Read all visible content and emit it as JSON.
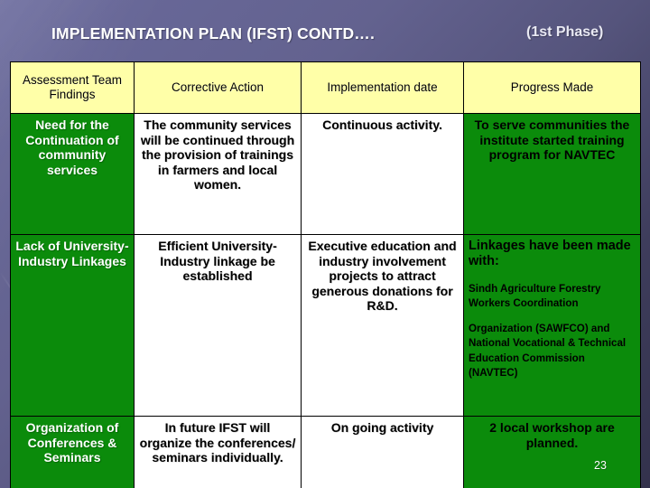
{
  "slide": {
    "title": "IMPLEMENTATION PLAN (IFST) CONTD….",
    "phase_label": "(1st Phase)",
    "page_number": "23",
    "colors": {
      "background_top": "#6a6a9c",
      "background_bottom": "#33324c",
      "header_fill": "#ffffa8",
      "accent_green": "#0b8b0b",
      "title_text": "#ffffff",
      "cell_text_dark": "#000000",
      "cell_text_light": "#ffffff"
    }
  },
  "table": {
    "headers": [
      "Assessment Team Findings",
      "Corrective Action",
      "Implementation date",
      "Progress Made"
    ],
    "rows": [
      {
        "finding": "Need for the Continuation of community services",
        "corrective_action": "The community services will be continued through the provision of trainings in farmers and local women.",
        "implementation_date": "Continuous activity.",
        "progress_made": "To serve communities the  institute started training program for NAVTEC"
      },
      {
        "finding": "Lack of University-Industry Linkages",
        "corrective_action": "Efficient University-Industry linkage be established",
        "implementation_date": "Executive education and industry involvement projects to attract generous donations for R&D.",
        "progress_heading": "Linkages have been made with:",
        "progress_detail_1": "Sindh Agriculture Forestry Workers Coordination",
        "progress_detail_2": "Organization (SAWFCO) and National Vocational & Technical Education Commission (NAVTEC)"
      },
      {
        "finding": "Organization of Conferences & Seminars",
        "corrective_action": "In future IFST will organize the conferences/ seminars individually.",
        "implementation_date": "On going activity",
        "progress_made": "2 local workshop are planned."
      }
    ]
  }
}
